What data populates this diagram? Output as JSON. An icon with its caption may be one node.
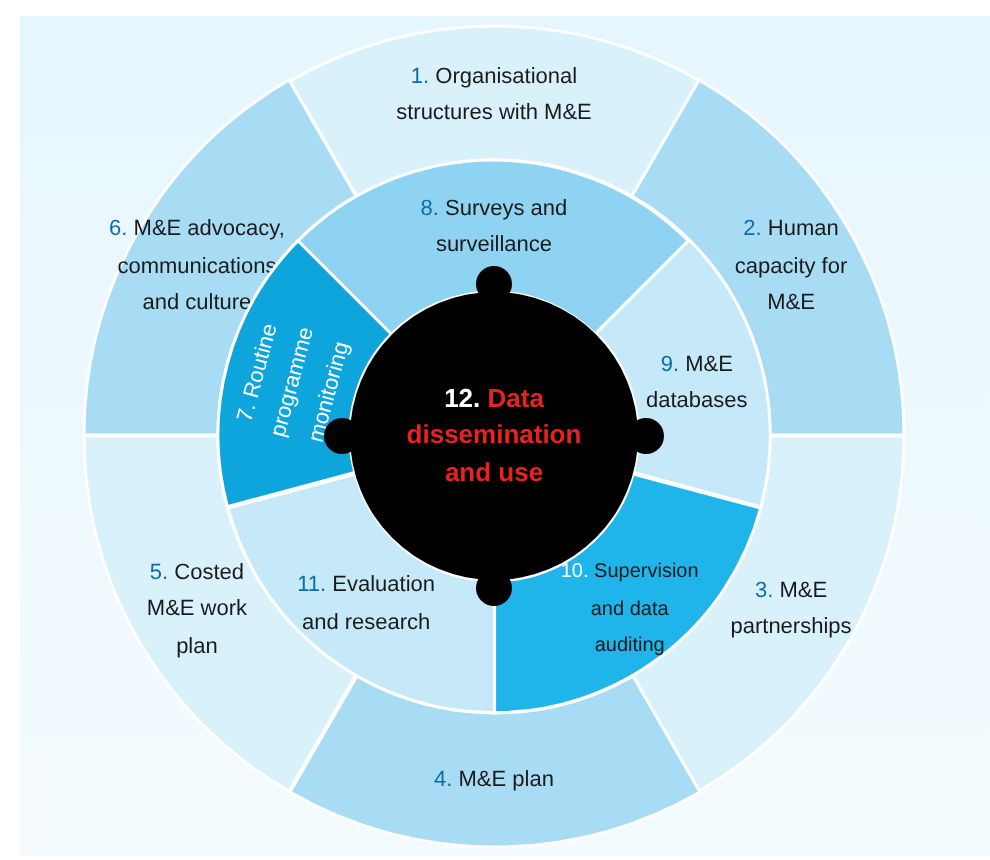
{
  "diagram": {
    "nodes": [
      {
        "text": [
          "1.",
          "Organisational structures with M&E"
        ]
      },
      {
        "text": [
          "2.",
          "Human capacity for M&E"
        ]
      },
      {
        "text": [
          "3.",
          "M&E partnerships"
        ]
      },
      {
        "text": [
          "4.",
          "M&E plan"
        ]
      },
      {
        "text": [
          "5.",
          "Costed M&E work plan"
        ]
      },
      {
        "text": [
          "6.",
          "M&E advocacy, communications and culture"
        ]
      },
      {
        "text": [
          "7.",
          "Routine programme monitoring"
        ]
      },
      {
        "text": [
          "8.",
          "Surveys and surveillance"
        ]
      },
      {
        "text": [
          "9.",
          "M&E databases"
        ]
      },
      {
        "text": [
          "10.",
          "Supervision and data auditing"
        ]
      },
      {
        "text": [
          "11.",
          "Evaluation and research"
        ]
      },
      {
        "text": [
          "12.",
          "Data dissemination and use"
        ]
      }
    ],
    "edges": []
  }
}
